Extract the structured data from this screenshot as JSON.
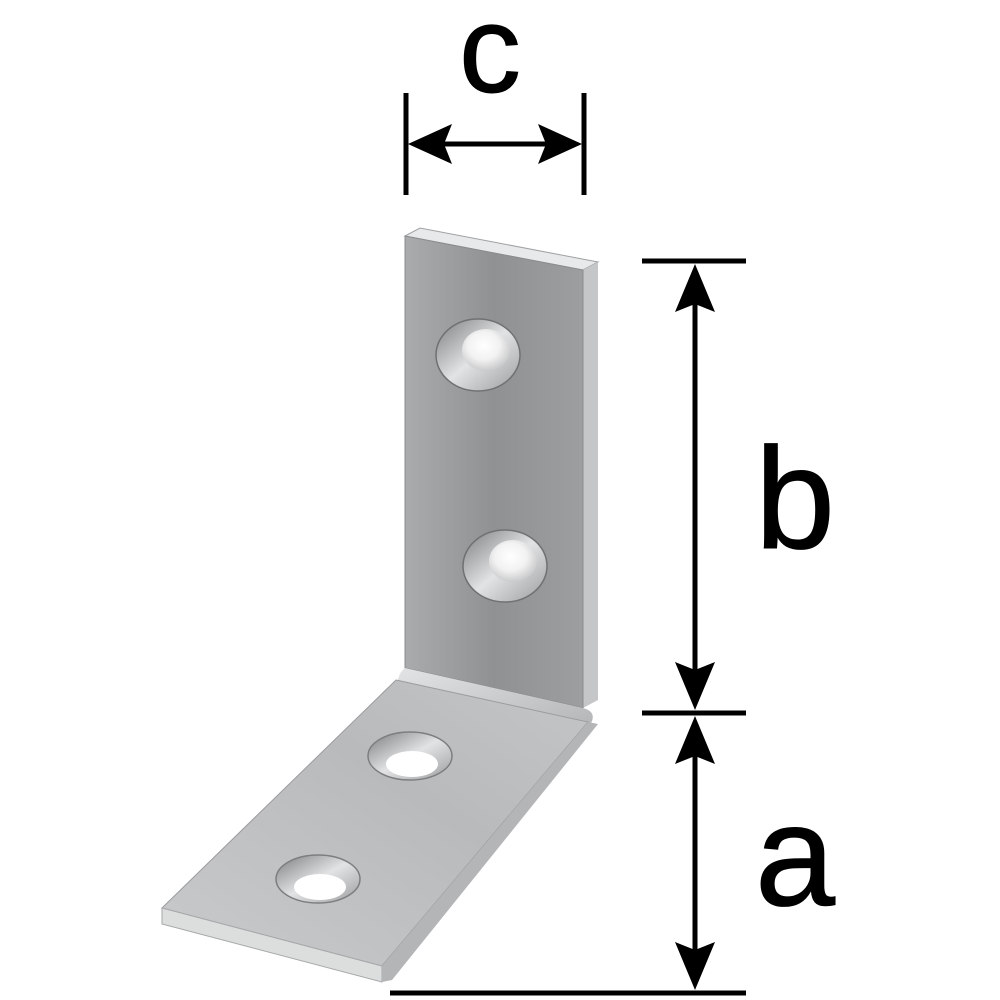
{
  "dimensions": {
    "a": "a",
    "b": "b",
    "c": "c"
  },
  "colors": {
    "line": "#000000",
    "steel_dark": "#8d8f91",
    "steel_mid": "#b9bbbd",
    "steel_light": "#d6d8d9",
    "edge": "#e6e7e8"
  },
  "icons": {
    "part": "angle-bracket-icon",
    "holes": "countersunk-hole-icon"
  }
}
